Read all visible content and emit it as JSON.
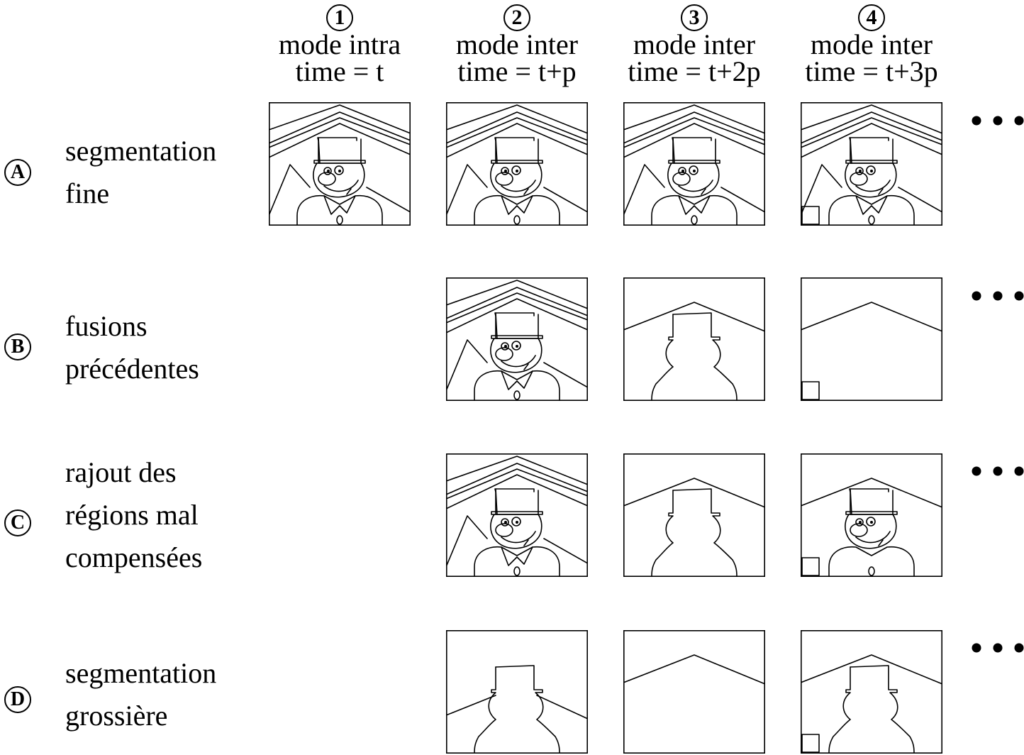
{
  "columns": [
    {
      "num": "1",
      "mode": "mode intra",
      "time": "time = t"
    },
    {
      "num": "2",
      "mode": "mode inter",
      "time": "time = t+p"
    },
    {
      "num": "3",
      "mode": "mode inter",
      "time": "time = t+2p"
    },
    {
      "num": "4",
      "mode": "mode inter",
      "time": "time = t+3p"
    }
  ],
  "rows": [
    {
      "letter": "A",
      "lines": [
        "segmentation",
        "fine"
      ]
    },
    {
      "letter": "B",
      "lines": [
        "fusions",
        "précédentes"
      ]
    },
    {
      "letter": "C",
      "lines": [
        "rajout des",
        "régions mal",
        "compensées"
      ]
    },
    {
      "letter": "D",
      "lines": [
        "segmentation",
        "grossière"
      ]
    }
  ],
  "frames": [
    [
      "fine",
      "fine",
      "fine",
      "fine-box"
    ],
    [
      null,
      "fine",
      "coarse",
      "roof-box"
    ],
    [
      null,
      "fine",
      "coarse",
      "detail-box"
    ],
    [
      null,
      "coarse-low",
      "roof",
      "coarse-box"
    ]
  ]
}
